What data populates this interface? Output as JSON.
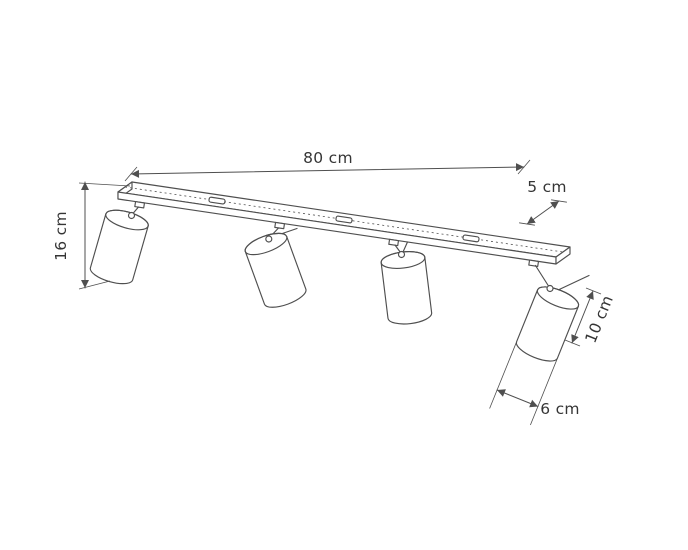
{
  "colors": {
    "background": "#ffffff",
    "line": "#4f4f4f",
    "text": "#353535"
  },
  "diagram": {
    "labels": {
      "bar_length": "80 cm",
      "bar_width": "5 cm",
      "fixture_height": "16 cm",
      "spot_length": "10 cm",
      "spot_diameter": "6 cm"
    }
  }
}
